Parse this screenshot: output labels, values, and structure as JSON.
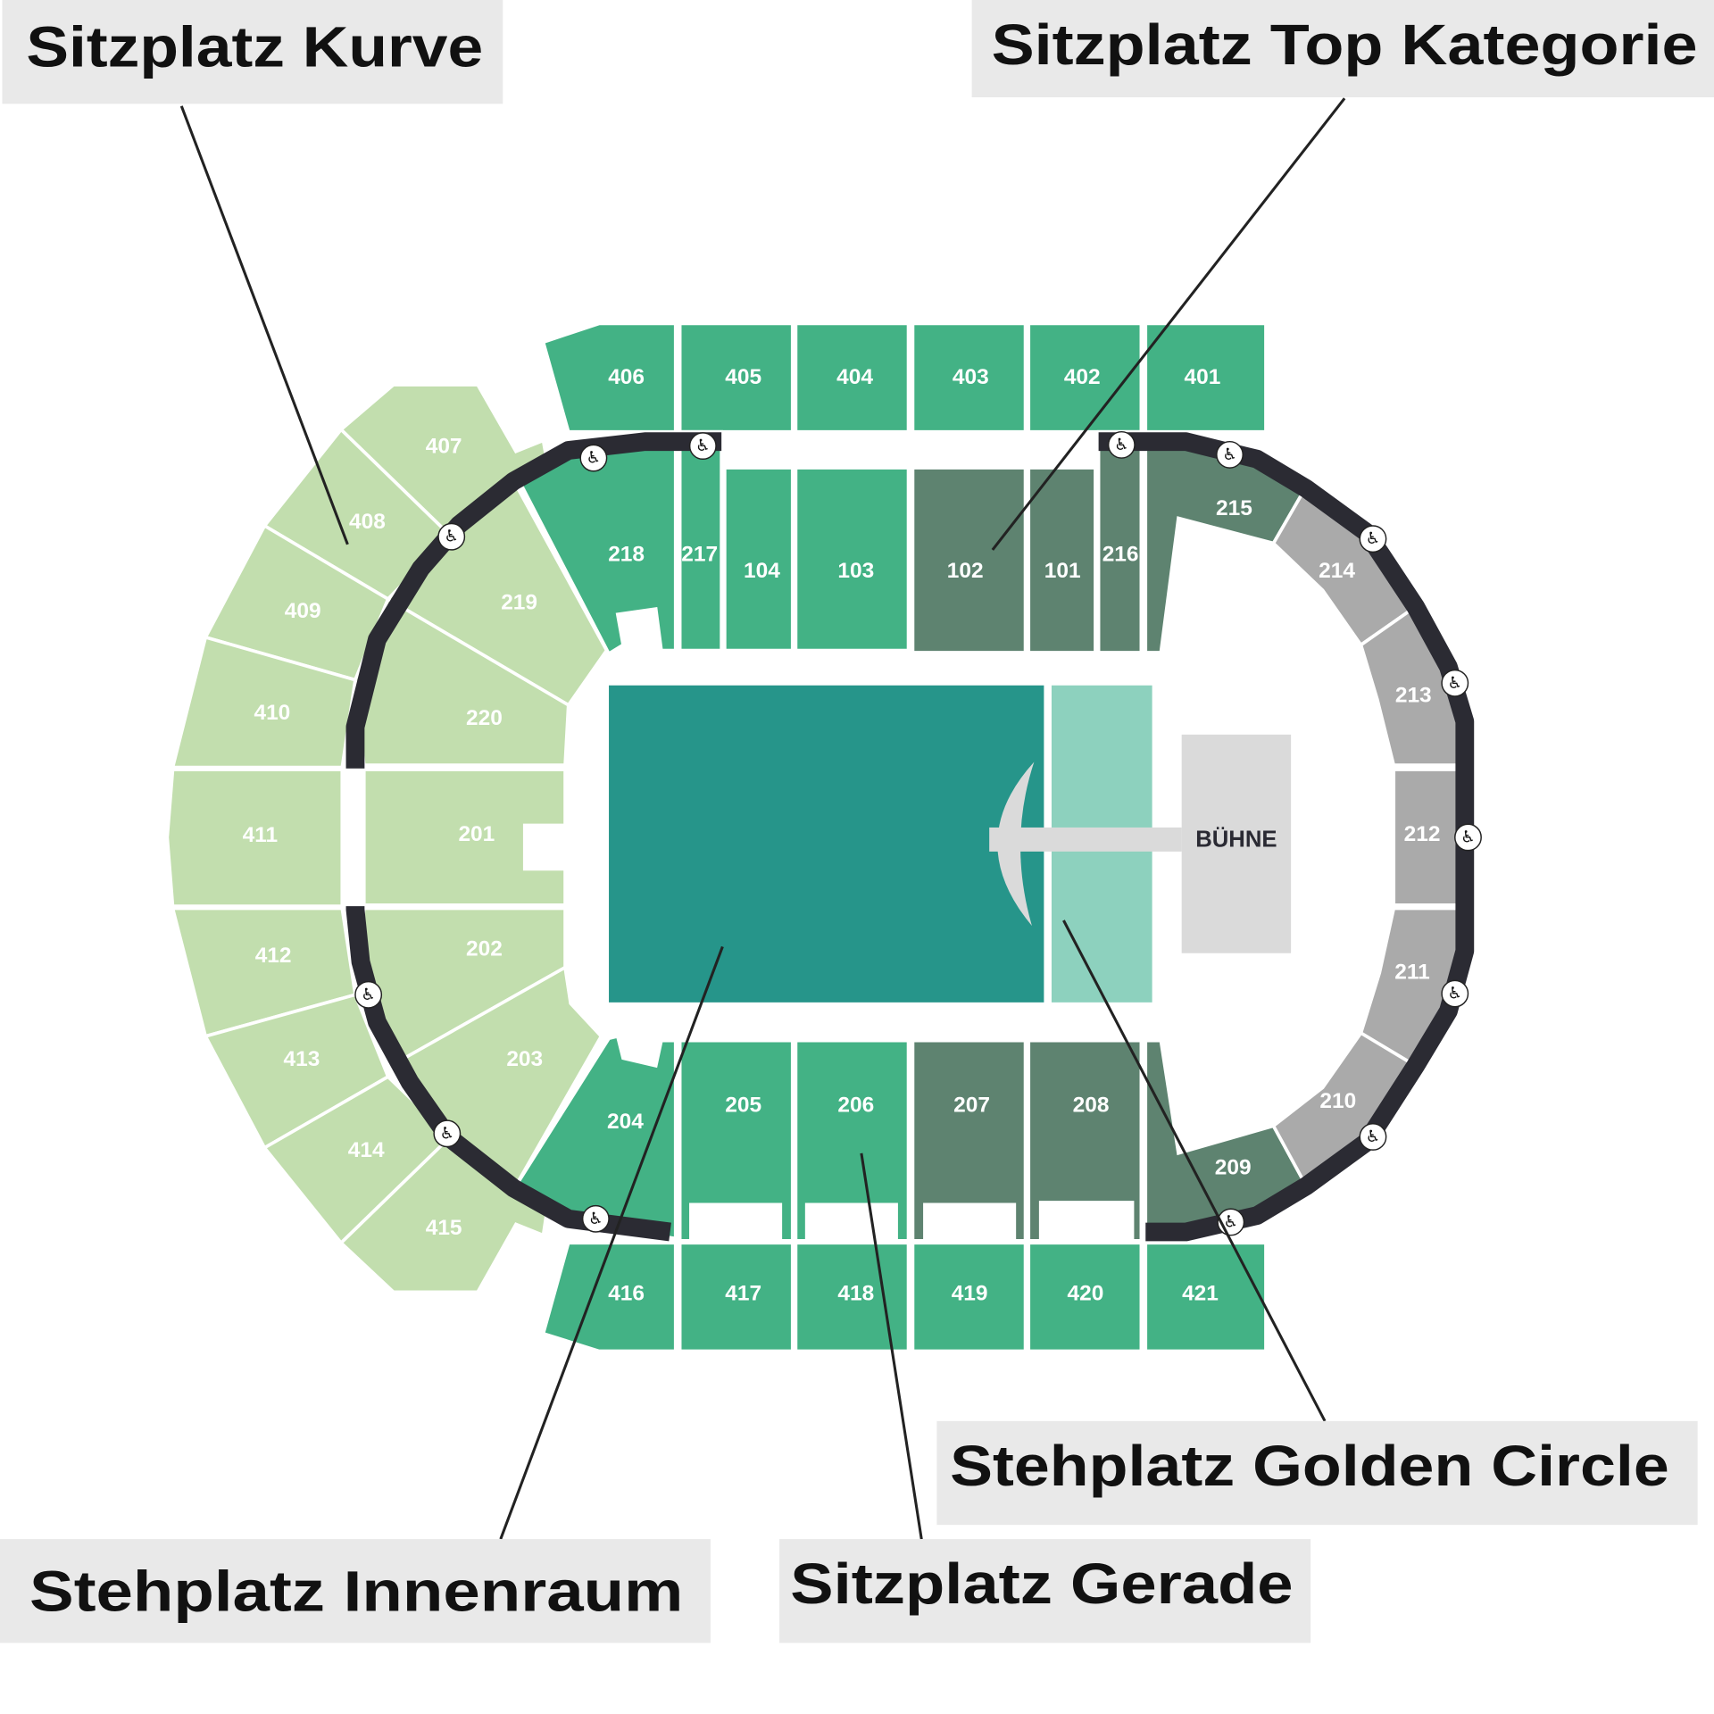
{
  "colors": {
    "gerade": "#43b285",
    "top_kategorie": "#5e8370",
    "kurve": "#c2deae",
    "grey": "#aaaaaa",
    "innenraum": "#26958a",
    "golden_circle": "#8dd1be",
    "stage": "#dadada",
    "ring": "#2b2b33",
    "callout_bg": "#e9e9e9"
  },
  "stage": {
    "label": "BÜHNE"
  },
  "callouts": {
    "kurve": "Sitzplatz Kurve",
    "top_kategorie": "Sitzplatz Top Kategorie",
    "golden_circle": "Stehplatz Golden Circle",
    "innenraum": "Stehplatz Innenraum",
    "gerade": "Sitzplatz Gerade"
  },
  "wheelchair_icon": "wheelchair-accessible-icon",
  "sections": [
    {
      "id": "406",
      "category": "gerade"
    },
    {
      "id": "405",
      "category": "gerade"
    },
    {
      "id": "404",
      "category": "gerade"
    },
    {
      "id": "403",
      "category": "gerade"
    },
    {
      "id": "402",
      "category": "gerade"
    },
    {
      "id": "401",
      "category": "gerade"
    },
    {
      "id": "416",
      "category": "gerade"
    },
    {
      "id": "417",
      "category": "gerade"
    },
    {
      "id": "418",
      "category": "gerade"
    },
    {
      "id": "419",
      "category": "gerade"
    },
    {
      "id": "420",
      "category": "gerade"
    },
    {
      "id": "421",
      "category": "gerade"
    },
    {
      "id": "218",
      "category": "gerade"
    },
    {
      "id": "217",
      "category": "gerade"
    },
    {
      "id": "104",
      "category": "gerade"
    },
    {
      "id": "103",
      "category": "gerade"
    },
    {
      "id": "102",
      "category": "top_kategorie"
    },
    {
      "id": "101",
      "category": "top_kategorie"
    },
    {
      "id": "216",
      "category": "top_kategorie"
    },
    {
      "id": "215",
      "category": "top_kategorie"
    },
    {
      "id": "204",
      "category": "gerade"
    },
    {
      "id": "205",
      "category": "gerade"
    },
    {
      "id": "206",
      "category": "gerade"
    },
    {
      "id": "207",
      "category": "top_kategorie"
    },
    {
      "id": "208",
      "category": "top_kategorie"
    },
    {
      "id": "209",
      "category": "top_kategorie"
    },
    {
      "id": "407",
      "category": "kurve"
    },
    {
      "id": "408",
      "category": "kurve"
    },
    {
      "id": "409",
      "category": "kurve"
    },
    {
      "id": "410",
      "category": "kurve"
    },
    {
      "id": "411",
      "category": "kurve"
    },
    {
      "id": "412",
      "category": "kurve"
    },
    {
      "id": "413",
      "category": "kurve"
    },
    {
      "id": "414",
      "category": "kurve"
    },
    {
      "id": "415",
      "category": "kurve"
    },
    {
      "id": "219",
      "category": "kurve"
    },
    {
      "id": "220",
      "category": "kurve"
    },
    {
      "id": "201",
      "category": "kurve"
    },
    {
      "id": "202",
      "category": "kurve"
    },
    {
      "id": "203",
      "category": "kurve"
    },
    {
      "id": "214",
      "category": "grey"
    },
    {
      "id": "213",
      "category": "grey"
    },
    {
      "id": "212",
      "category": "grey"
    },
    {
      "id": "211",
      "category": "grey"
    },
    {
      "id": "210",
      "category": "grey"
    }
  ]
}
